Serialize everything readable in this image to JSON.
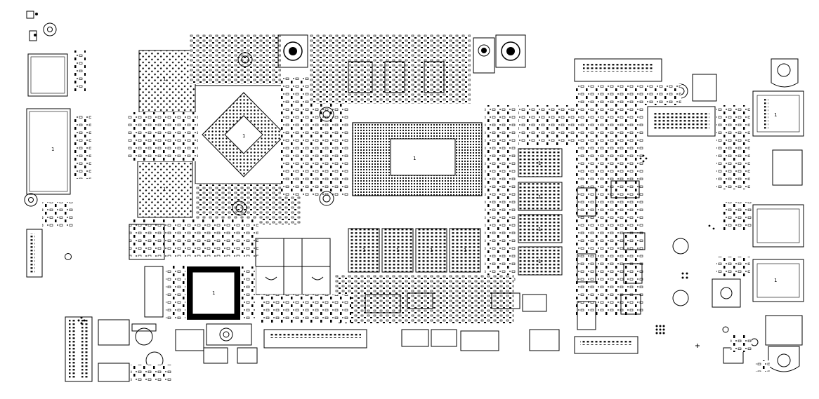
{
  "title": "",
  "colors": {
    "background": "#ffffff",
    "outline": "#000000",
    "pad": "#000000"
  },
  "labels": {
    "soc_pin1": "1",
    "cpu_main": "1",
    "chip_left": "1",
    "chip_left2": "1",
    "ram_a": "1",
    "ram_b": "1",
    "ram_c": "1",
    "ram_d": "1",
    "dram_1": "1",
    "dram_2": "1",
    "dram_3": "1",
    "dram_4": "1",
    "dram_5": "1",
    "ec_chip": "1",
    "conn_left": "1",
    "conn_right1": "1",
    "conn_right2": "1"
  },
  "components": {
    "mounting_holes": 12,
    "bga_packages": 14,
    "connectors": 18
  }
}
